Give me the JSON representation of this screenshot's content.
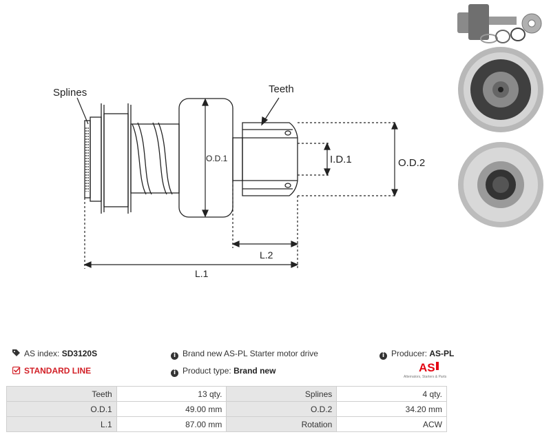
{
  "diagram": {
    "labels": {
      "splines": "Splines",
      "teeth": "Teeth",
      "od1": "O.D.1",
      "od2": "O.D.2",
      "id1": "I.D.1",
      "l1": "L.1",
      "l2": "L.2"
    }
  },
  "info": {
    "as_index_label": "AS index:",
    "as_index_value": "SD3120S",
    "standard_line": "STANDARD LINE",
    "description": "Brand new AS-PL Starter motor drive",
    "product_type_label": "Product type:",
    "product_type_value": "Brand new",
    "producer_label": "Producer:",
    "producer_value": "AS-PL",
    "logo_text": "AS",
    "logo_tagline": "Alternators, Starters & Parts"
  },
  "specs": [
    {
      "k1": "Teeth",
      "v1": "13 qty.",
      "k2": "Splines",
      "v2": "4 qty."
    },
    {
      "k1": "O.D.1",
      "v1": "49.00 mm",
      "k2": "O.D.2",
      "v2": "34.20 mm"
    },
    {
      "k1": "L.1",
      "v1": "87.00 mm",
      "k2": "Rotation",
      "v2": "ACW"
    }
  ],
  "colors": {
    "accent_red": "#d21f26",
    "header_cell": "#e6e6e6"
  }
}
